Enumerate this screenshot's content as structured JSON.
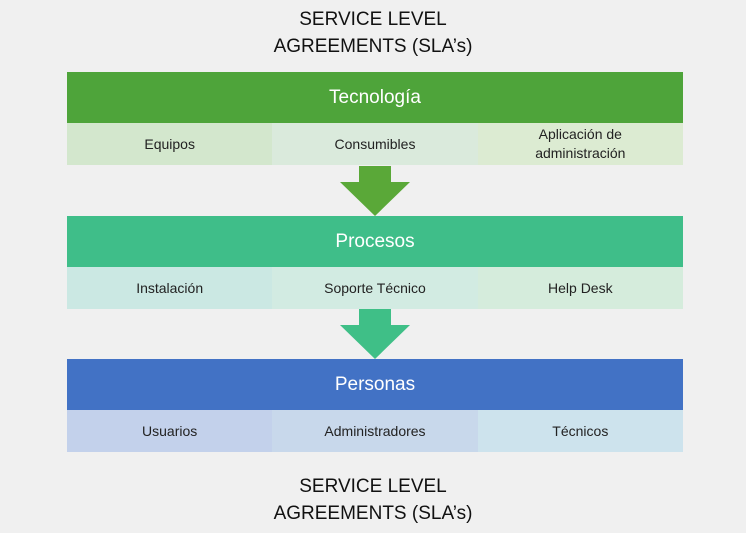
{
  "sla_title_top": "SERVICE LEVEL\nAGREEMENTS (SLA’s)",
  "sla_title_bottom": "SERVICE LEVEL\nAGREEMENTS (SLA’s)",
  "colors": {
    "tecnologia_header": "#4ea43a",
    "tecnologia_cells": [
      "#d3e7cd",
      "#daeadc",
      "#dcebd2"
    ],
    "arrow_1": "#5aa838",
    "procesos_header": "#3fbe89",
    "procesos_cells": [
      "#cbe8e3",
      "#d2ebe2",
      "#d5ecdc"
    ],
    "arrow_2": "#3fbf87",
    "personas_header": "#4272c5",
    "personas_cells": [
      "#c3d1eb",
      "#c8d8eb",
      "#cde3ed"
    ]
  },
  "blocks": [
    {
      "title": "Tecnología",
      "items": [
        "Equipos",
        "Consumibles",
        "Aplicación de\nadministración"
      ]
    },
    {
      "title": "Procesos",
      "items": [
        "Instalación",
        "Soporte Técnico",
        "Help Desk"
      ]
    },
    {
      "title": "Personas",
      "items": [
        "Usuarios",
        "Administradores",
        "Técnicos"
      ]
    }
  ]
}
